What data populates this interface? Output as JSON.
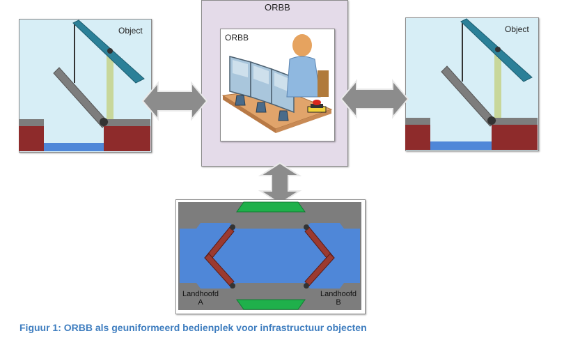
{
  "center": {
    "title": "ORBB",
    "inner_title": "ORBB"
  },
  "objects": {
    "left_label": "Object",
    "right_label": "Object"
  },
  "lock": {
    "abutment_a": {
      "line1": "Landhoofd",
      "line2": "A"
    },
    "abutment_b": {
      "line1": "Landhoofd",
      "line2": "B"
    }
  },
  "caption": "Figuur 1: ORBB als geuniformeerd bedienplek voor infrastructuur objecten",
  "colors": {
    "panel_bg": "#d7eef6",
    "center_bg": "#e4dbe9",
    "brick": "#8e2b2b",
    "water": "#4f87d8",
    "arm": "#2b8098",
    "arrow": "#8c8c8c",
    "gate": "#9b3a30",
    "green": "#1fb04b",
    "caption": "#3e7dbf"
  }
}
